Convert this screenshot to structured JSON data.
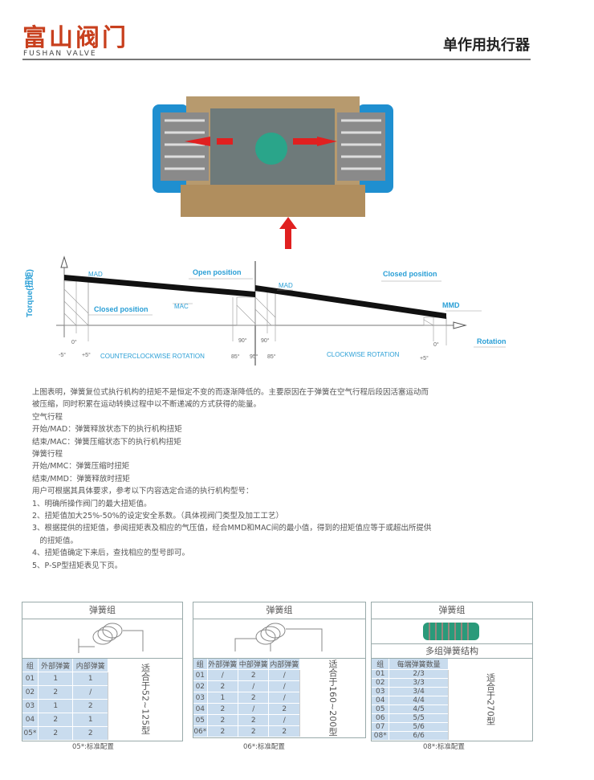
{
  "header": {
    "logo_cn": "富山阀门",
    "logo_en": "FUSHAN VALVE",
    "title": "单作用执行器"
  },
  "chart": {
    "y_label": "Torque(扭矩)",
    "x_label": "Rotation",
    "mad1": "MAD",
    "mad2": "MAD",
    "mac": "MAC",
    "mmd": "MMD",
    "open_position": "Open position",
    "closed_position_left": "Closed position",
    "closed_position_right": "Closed position",
    "deg_0_left": "0°",
    "deg_90_a": "90°",
    "deg_90_b": "90°",
    "deg_0_right": "0°",
    "deg_m5": "-5°",
    "deg_p5_left": "+5°",
    "deg_85_a": "85°",
    "deg_95": "95°",
    "deg_85_b": "85°",
    "deg_p5_right": "+5°",
    "ccw": "COUNTERCLOCKWISE ROTATION",
    "cw": "CLOCKWISE ROTATION"
  },
  "text": [
    "上图表明，弹簧复位式执行机构的扭矩不是恒定不变的而逐渐降低的。主要原因在于弹簧在空气行程后段因活塞运动而",
    "被压缩，同时积累在运动转换过程中以不断递减的方式获得的能量。",
    "空气行程",
    "开始/MAD：弹簧释放状态下的执行机构扭矩",
    "结束/MAC：弹簧压缩状态下的执行机构扭矩",
    "弹簧行程",
    "开始/MMC：弹簧压缩时扭矩",
    "结束/MMD：弹簧释放时扭矩",
    "用户可根据其具体要求，参考以下内容选定合适的执行机构型号：",
    "1、明确所操作阀门的最大扭矩值。",
    "2、扭矩值加大25%-50%的设定安全系数。（具体视阀门类型及加工工艺）",
    "3、根据提供的扭矩值，参阅扭矩表及相应的气压值，经合MMD和MAC间的最小值，得到的扭矩值应等于或超出所提供",
    "　的扭矩值。",
    "4、扭矩值确定下来后，查找相应的型号即可。",
    "5、P-SP型扭矩表见下页。"
  ],
  "table1": {
    "title": "弹簧组",
    "headers": [
      "组",
      "外部弹簧",
      "内部弹簧"
    ],
    "side": "适合于52~125型",
    "rows": [
      [
        "01",
        "1",
        "1"
      ],
      [
        "02",
        "2",
        "/"
      ],
      [
        "03",
        "1",
        "2"
      ],
      [
        "04",
        "2",
        "1"
      ],
      [
        "05*",
        "2",
        "2"
      ]
    ],
    "caption": "05*:标准配置"
  },
  "table2": {
    "title": "弹簧组",
    "headers": [
      "组",
      "外部弹簧",
      "中部弹簧",
      "内部弹簧"
    ],
    "side": "适合于160~200型",
    "rows": [
      [
        "01",
        "/",
        "2",
        "/"
      ],
      [
        "02",
        "2",
        "/",
        "/"
      ],
      [
        "03",
        "1",
        "2",
        "/"
      ],
      [
        "04",
        "2",
        "/",
        "2"
      ],
      [
        "05",
        "2",
        "2",
        "/"
      ],
      [
        "06*",
        "2",
        "2",
        "2"
      ]
    ],
    "caption": "06*:标准配置"
  },
  "table3": {
    "title": "弹簧组",
    "subtitle": "多组弹簧结构",
    "headers": [
      "组",
      "每端弹簧数量"
    ],
    "side": "适合于270型",
    "rows": [
      [
        "01",
        "2/3"
      ],
      [
        "02",
        "3/3"
      ],
      [
        "03",
        "3/4"
      ],
      [
        "04",
        "4/4"
      ],
      [
        "05",
        "4/5"
      ],
      [
        "06",
        "5/5"
      ],
      [
        "07",
        "5/6"
      ],
      [
        "08*",
        "6/6"
      ]
    ],
    "caption": "08*:标准配置"
  }
}
